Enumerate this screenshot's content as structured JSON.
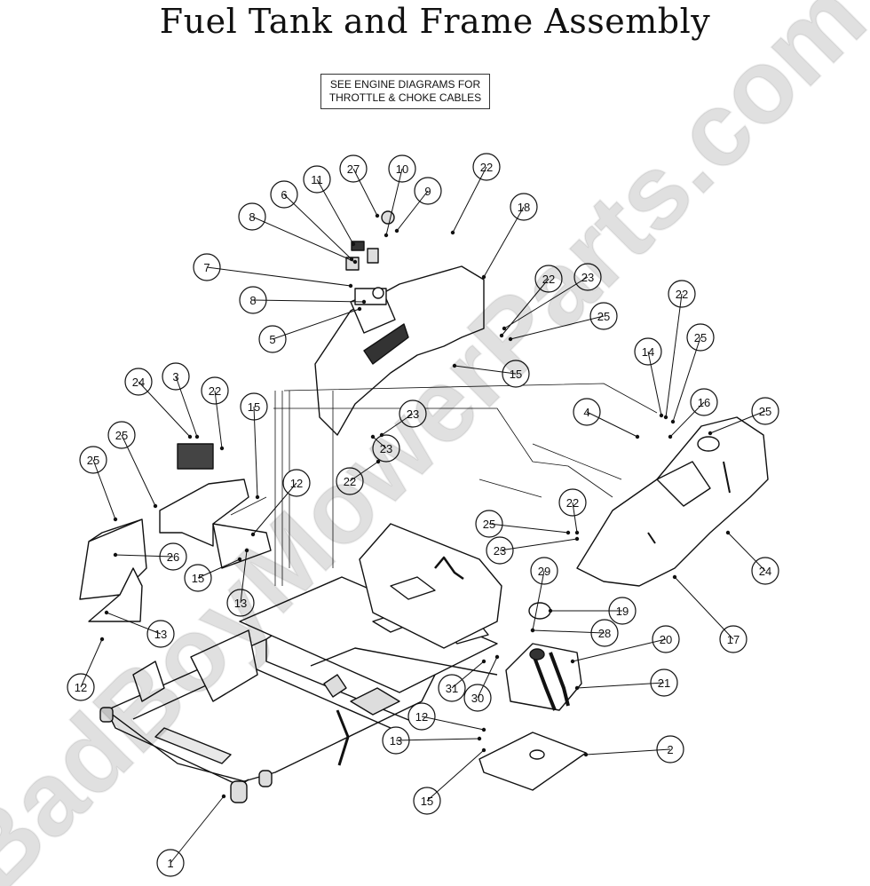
{
  "title": "Fuel Tank and Frame Assembly",
  "note": {
    "line1": "SEE ENGINE DIAGRAMS FOR",
    "line2": "THROTTLE & CHOKE CABLES"
  },
  "watermark": "BadBoyMowerParts.com",
  "callouts": [
    "27",
    "10",
    "22",
    "11",
    "6",
    "9",
    "18",
    "8",
    "7",
    "8",
    "5",
    "22",
    "23",
    "25",
    "15",
    "23",
    "22",
    "25",
    "14",
    "16",
    "4",
    "25",
    "24",
    "3",
    "22",
    "15",
    "25",
    "23",
    "22",
    "25",
    "12",
    "26",
    "15",
    "13",
    "25",
    "23",
    "22",
    "29",
    "13",
    "19",
    "12",
    "28",
    "20",
    "24",
    "31",
    "30",
    "21",
    "17",
    "12",
    "13",
    "2",
    "15",
    "1"
  ]
}
